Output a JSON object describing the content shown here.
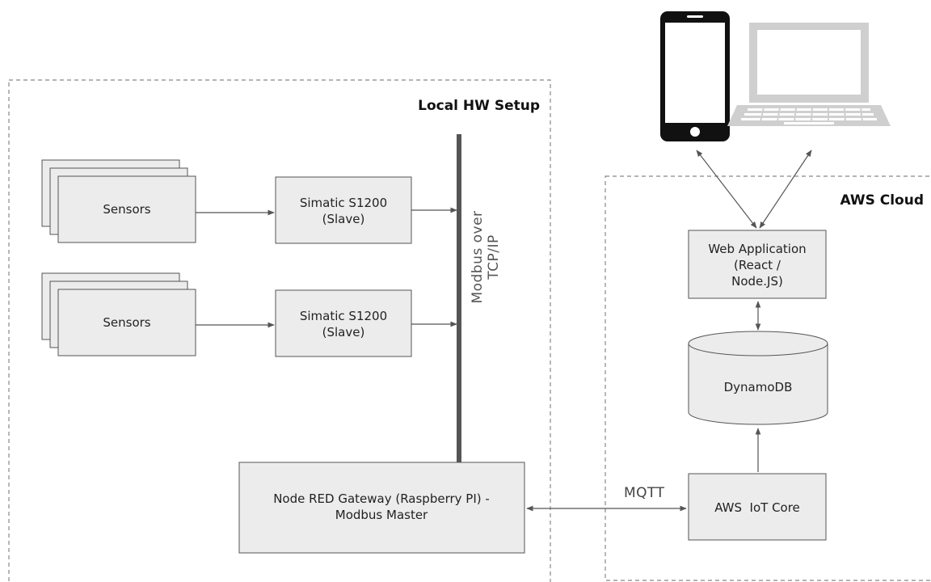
{
  "regions": {
    "local": {
      "title": "Local HW Setup"
    },
    "cloud": {
      "title": "AWS Cloud"
    }
  },
  "sensors": [
    {
      "label": "Sensors"
    },
    {
      "label": "Sensors"
    }
  ],
  "plcs": [
    {
      "line1": "Simatic S1200",
      "line2": "(Slave)"
    },
    {
      "line1": "Simatic S1200",
      "line2": "(Slave)"
    }
  ],
  "bus": {
    "line1": "Modbus over",
    "line2": "TCP/IP"
  },
  "gateway": {
    "line1": "Node RED Gateway (Raspberry PI) -",
    "line2": "Modbus Master"
  },
  "protocol": {
    "label": "MQTT"
  },
  "iot_core": {
    "label": "AWS  IoT Core"
  },
  "database": {
    "label": "DynamoDB"
  },
  "web_app": {
    "line1": "Web Application",
    "line2": "(React /",
    "line3": "Node.JS)"
  },
  "devices": [
    {
      "icon": "smartphone-icon"
    },
    {
      "icon": "laptop-icon"
    }
  ],
  "colors": {
    "box_fill": "#ececec",
    "box_stroke": "#555555",
    "arrow": "#555555",
    "bus": "#555555",
    "dashed": "#888888",
    "phone_body": "#111111",
    "laptop": "#cfcfcf"
  }
}
